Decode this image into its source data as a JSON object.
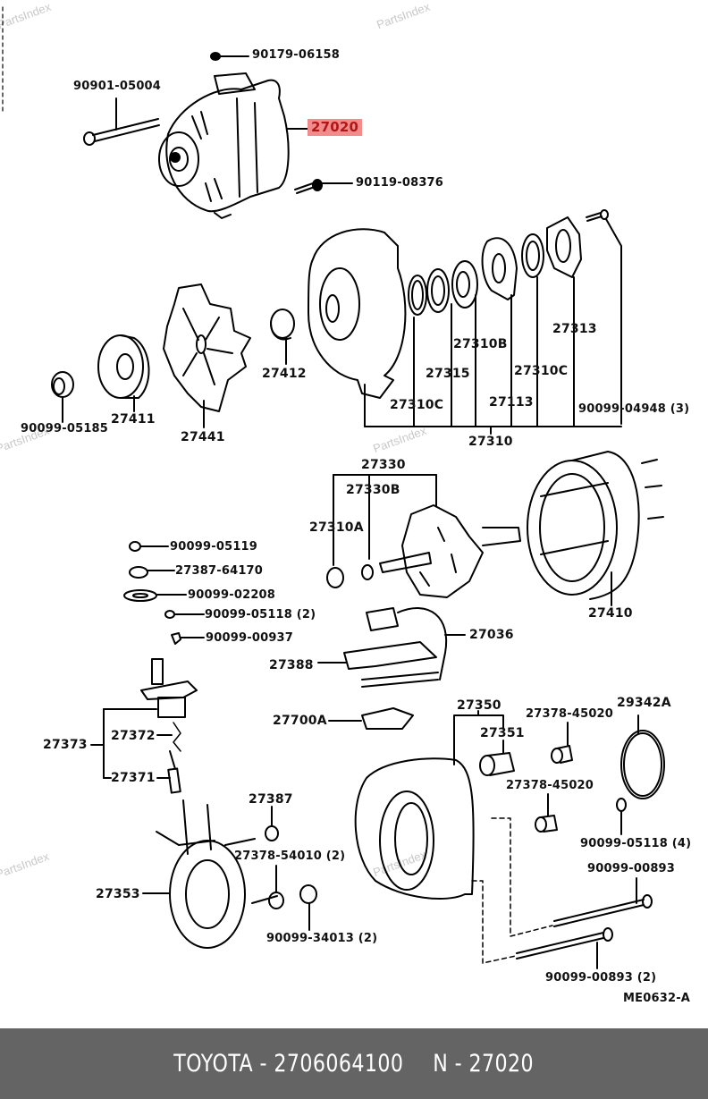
{
  "diagram": {
    "watermark": "PartsIndex",
    "code": "ME0632-A",
    "highlight_color": "#f28b8b",
    "highlight_text_color": "#b01818",
    "labels": [
      {
        "id": "l_90179_06158",
        "text": "90179-06158"
      },
      {
        "id": "l_90901_05004",
        "text": "90901-05004"
      },
      {
        "id": "l_27020",
        "text": "27020",
        "highlighted": true
      },
      {
        "id": "l_90119_08376",
        "text": "90119-08376"
      },
      {
        "id": "l_27313",
        "text": "27313"
      },
      {
        "id": "l_27310B",
        "text": "27310B"
      },
      {
        "id": "l_27315",
        "text": "27315"
      },
      {
        "id": "l_27310C_b",
        "text": "27310C"
      },
      {
        "id": "l_27113",
        "text": "27113"
      },
      {
        "id": "l_27310C_a",
        "text": "27310C"
      },
      {
        "id": "l_90099_04948",
        "text": "90099-04948 (3)"
      },
      {
        "id": "l_27310",
        "text": "27310"
      },
      {
        "id": "l_27412",
        "text": "27412"
      },
      {
        "id": "l_27411",
        "text": "27411"
      },
      {
        "id": "l_27441",
        "text": "27441"
      },
      {
        "id": "l_90099_05185",
        "text": "90099-05185"
      },
      {
        "id": "l_27330",
        "text": "27330"
      },
      {
        "id": "l_27330B",
        "text": "27330B"
      },
      {
        "id": "l_27310A",
        "text": "27310A"
      },
      {
        "id": "l_27410",
        "text": "27410"
      },
      {
        "id": "l_90099_05119",
        "text": "90099-05119"
      },
      {
        "id": "l_27387_64170",
        "text": "27387-64170"
      },
      {
        "id": "l_90099_02208",
        "text": "90099-02208"
      },
      {
        "id": "l_90099_05118_2",
        "text": "90099-05118 (2)"
      },
      {
        "id": "l_90099_00937",
        "text": "90099-00937"
      },
      {
        "id": "l_27036",
        "text": "27036"
      },
      {
        "id": "l_27388",
        "text": "27388"
      },
      {
        "id": "l_27700A",
        "text": "27700A"
      },
      {
        "id": "l_27373",
        "text": "27373"
      },
      {
        "id": "l_27372",
        "text": "27372"
      },
      {
        "id": "l_27371",
        "text": "27371"
      },
      {
        "id": "l_27350",
        "text": "27350"
      },
      {
        "id": "l_27351",
        "text": "27351"
      },
      {
        "id": "l_27378_45020_a",
        "text": "27378-45020"
      },
      {
        "id": "l_27378_45020_b",
        "text": "27378-45020"
      },
      {
        "id": "l_29342A",
        "text": "29342A"
      },
      {
        "id": "l_90099_05118_4",
        "text": "90099-05118 (4)"
      },
      {
        "id": "l_27387",
        "text": "27387"
      },
      {
        "id": "l_27378_54010",
        "text": "27378-54010 (2)"
      },
      {
        "id": "l_27353",
        "text": "27353"
      },
      {
        "id": "l_90099_34013",
        "text": "90099-34013 (2)"
      },
      {
        "id": "l_90099_00893",
        "text": "90099-00893"
      },
      {
        "id": "l_90099_00893_2",
        "text": "90099-00893 (2)"
      }
    ]
  },
  "footer": {
    "brand": "TOYOTA",
    "part_number": "2706064100",
    "ref": "N",
    "ref_number": "27020",
    "separator": "-",
    "background": "#646464",
    "text_color": "#ffffff"
  }
}
